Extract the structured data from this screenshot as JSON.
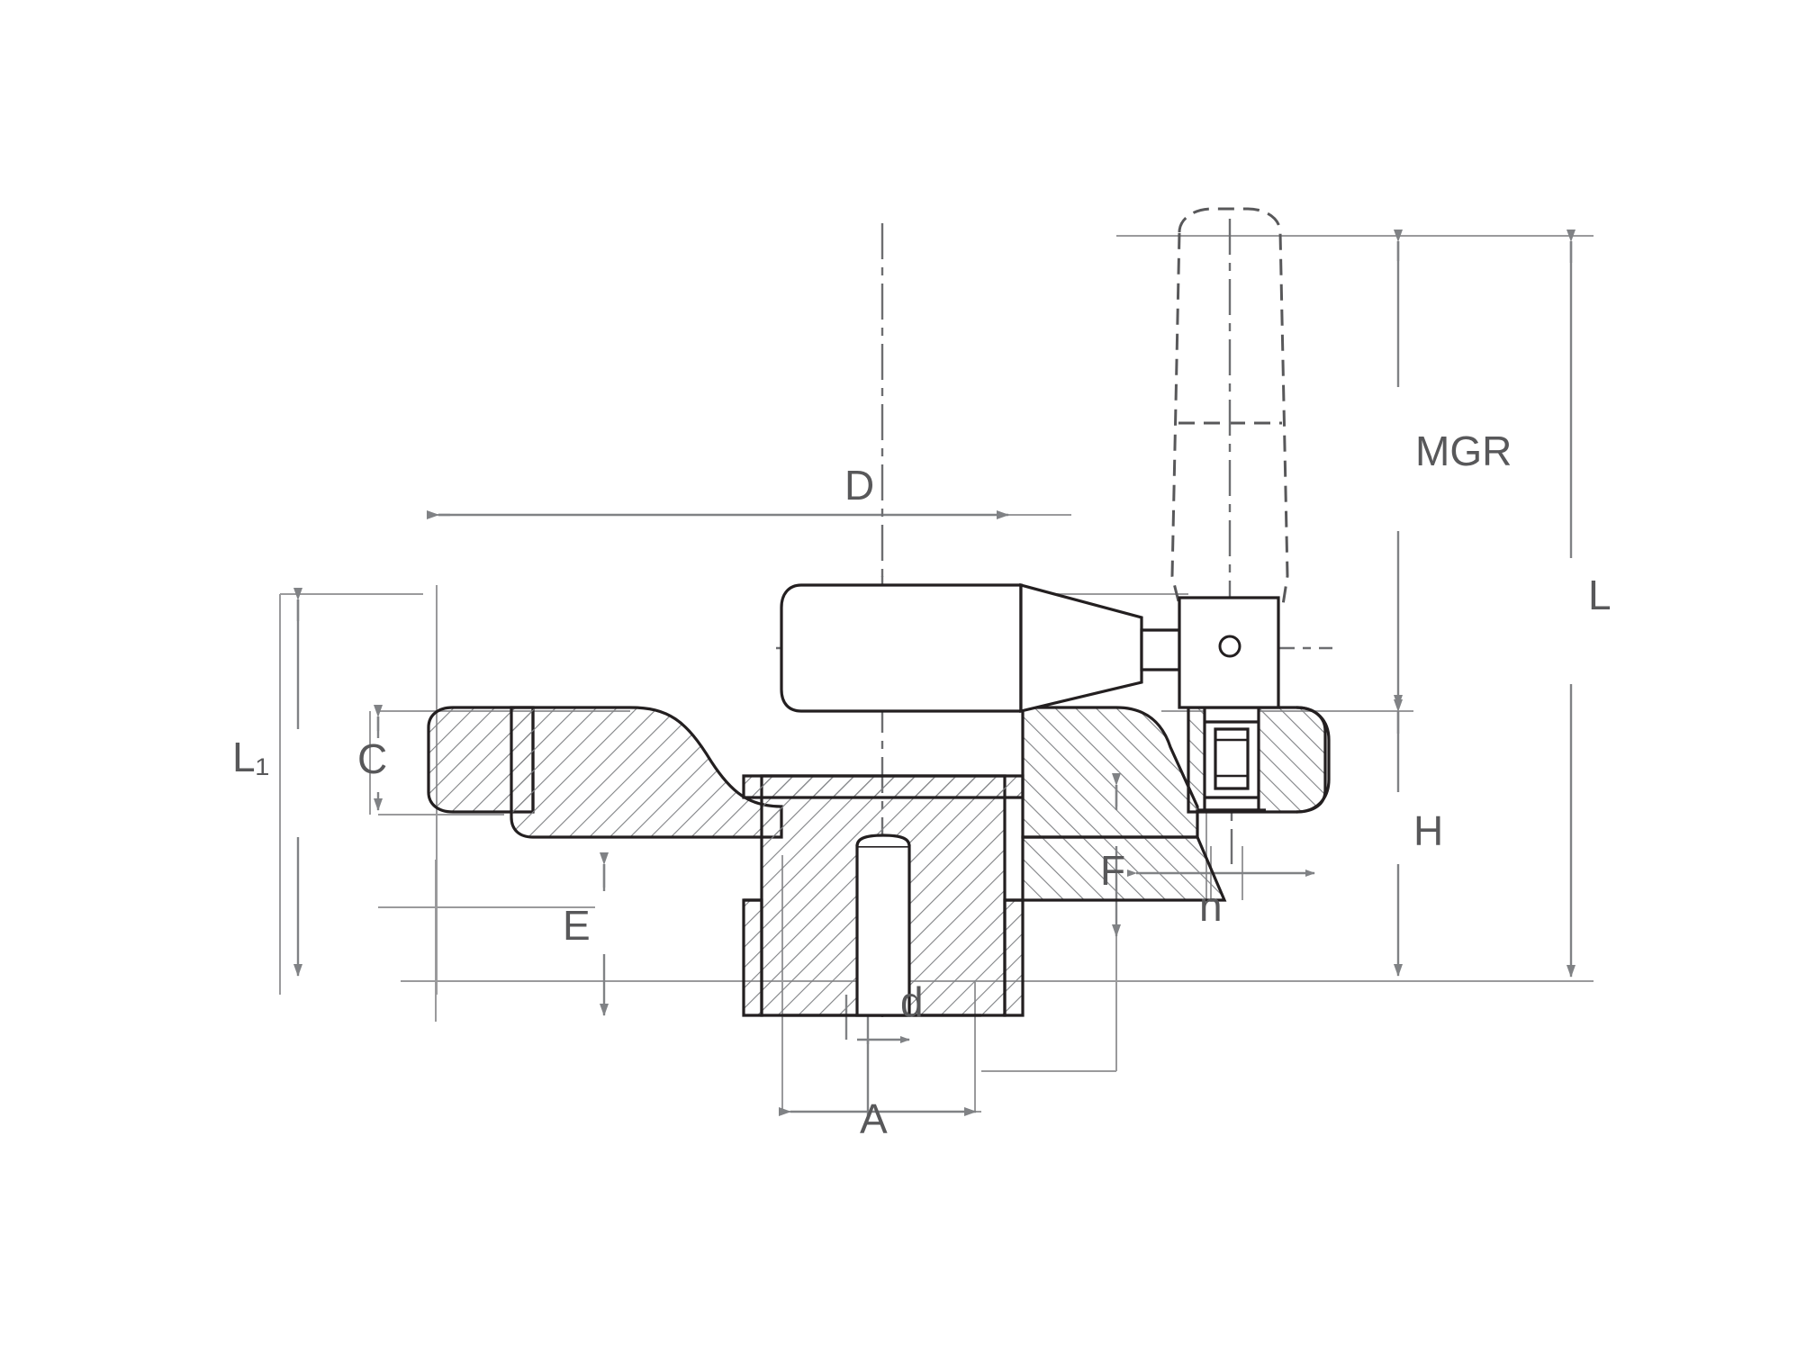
{
  "drawing": {
    "title": "Technical dimensioned cross-section drawing of a handwheel with revolving handle and clamping lever",
    "background_color": "#ffffff",
    "line_color": "#231f20",
    "dimension_color": "#808285",
    "hatch_color": "#808285",
    "dimension_labels": [
      {
        "id": "D",
        "text": "D"
      },
      {
        "id": "MGR",
        "text": "MGR"
      },
      {
        "id": "L",
        "text": "L"
      },
      {
        "id": "L1",
        "text": "L₁"
      },
      {
        "id": "C",
        "text": "C"
      },
      {
        "id": "H",
        "text": "H"
      },
      {
        "id": "F",
        "text": "F"
      },
      {
        "id": "n",
        "text": "n"
      },
      {
        "id": "E",
        "text": "E"
      },
      {
        "id": "d",
        "text": "d"
      },
      {
        "id": "A",
        "text": "A"
      }
    ]
  }
}
